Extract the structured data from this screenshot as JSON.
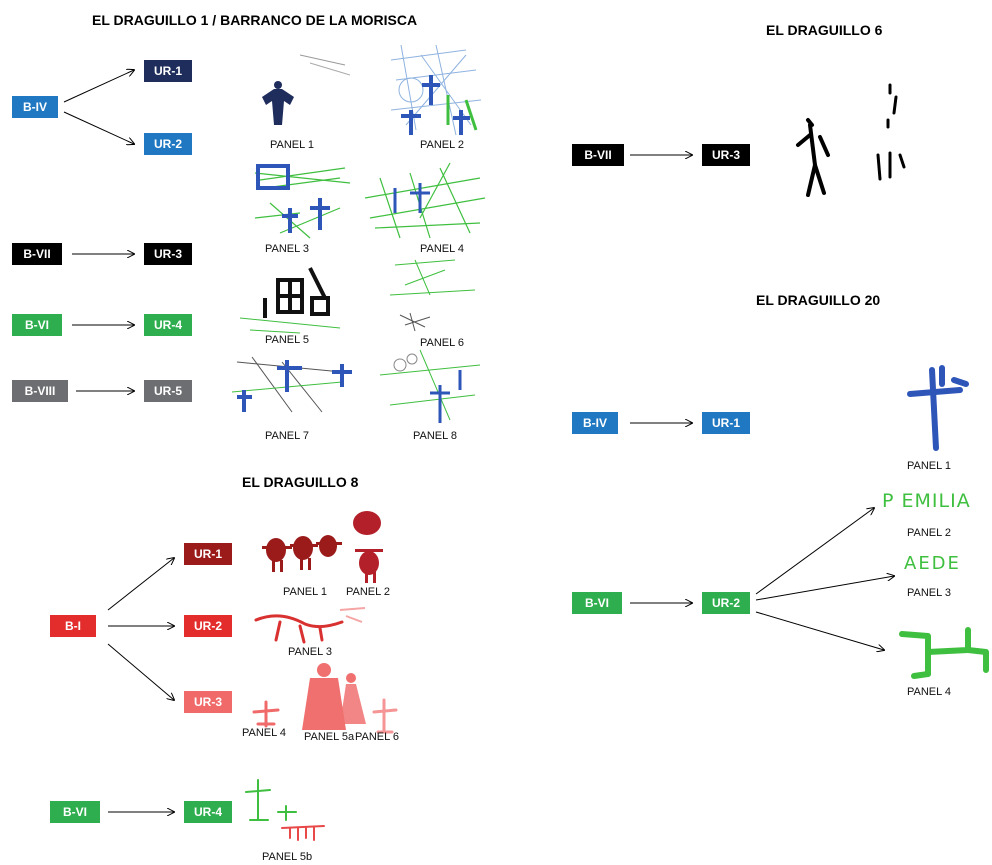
{
  "colors": {
    "navy": "#1f2d5c",
    "blue": "#1f78c1",
    "black": "#000000",
    "green": "#2fae4f",
    "gray": "#6d6e71",
    "red_dark": "#9b1b1b",
    "red": "#e32d2d",
    "red_light": "#f06a6a",
    "paint_blue": "#2e55b8",
    "paint_green": "#3fbf3f",
    "paint_red": "#b3202a"
  },
  "sections": {
    "d1": {
      "title": "EL DRAGUILLO 1 / BARRANCO DE LA MORISCA",
      "groups": [
        "B-IV",
        "B-VII",
        "B-VI",
        "B-VIII"
      ],
      "units": [
        "UR-1",
        "UR-2",
        "UR-3",
        "UR-4",
        "UR-5"
      ],
      "panels": [
        "PANEL 1",
        "PANEL 2",
        "PANEL 3",
        "PANEL 4",
        "PANEL 5",
        "PANEL 6",
        "PANEL 7",
        "PANEL 8"
      ]
    },
    "d6": {
      "title": "EL DRAGUILLO 6",
      "groups": [
        "B-VII"
      ],
      "units": [
        "UR-3"
      ]
    },
    "d8": {
      "title": "EL DRAGUILLO 8",
      "groups": [
        "B-I",
        "B-VI"
      ],
      "units": [
        "UR-1",
        "UR-2",
        "UR-3",
        "UR-4"
      ],
      "panels": [
        "PANEL 1",
        "PANEL 2",
        "PANEL 3",
        "PANEL 4",
        "PANEL 5a",
        "PANEL 6",
        "PANEL 5b"
      ]
    },
    "d20": {
      "title": "EL DRAGUILLO 20",
      "groups": [
        "B-IV",
        "B-VI"
      ],
      "units": [
        "UR-1",
        "UR-2"
      ],
      "panels": [
        "PANEL 1",
        "PANEL 2",
        "PANEL 3",
        "PANEL 4"
      ],
      "inscriptions": [
        "P EMILIA",
        "AEDE"
      ]
    }
  }
}
